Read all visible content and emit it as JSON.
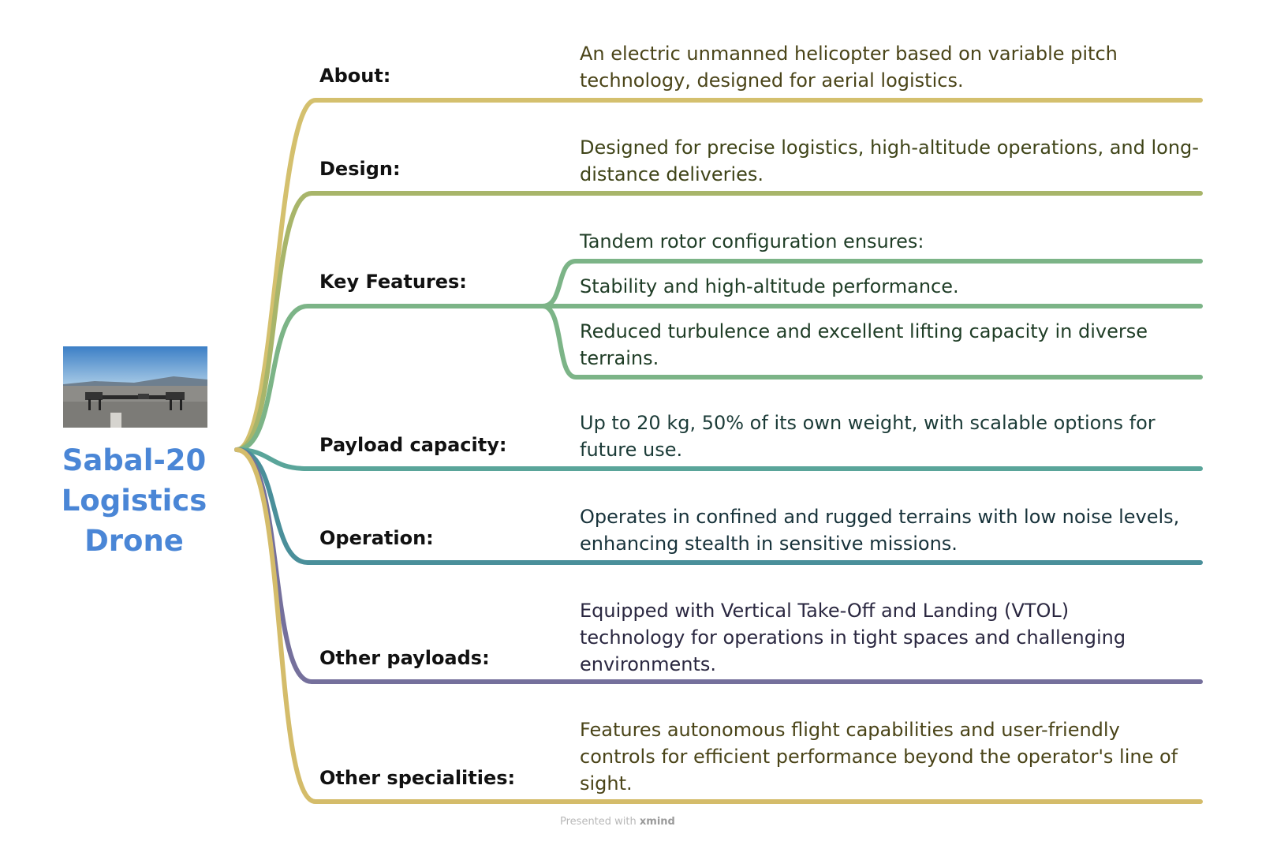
{
  "central": {
    "lines": [
      "Sabal-20",
      "Logistics",
      "Drone"
    ],
    "color": "#4a86d6",
    "image": "drone-photo"
  },
  "branches": [
    {
      "label": "About:",
      "color": "#d4c06e",
      "texts": [
        "An electric unmanned helicopter based on variable pitch technology, designed for aerial logistics."
      ]
    },
    {
      "label": "Design:",
      "color": "#a8b56a",
      "texts": [
        "Designed for precise logistics, high-altitude operations, and long-distance deliveries."
      ]
    },
    {
      "label": "Key Features:",
      "color": "#7cb487",
      "texts": [
        "Tandem rotor configuration ensures:",
        "Stability and high-altitude performance.",
        "Reduced turbulence and excellent lifting capacity in diverse terrains."
      ]
    },
    {
      "label": "Payload capacity:",
      "color": "#5aa59a",
      "texts": [
        "Up to 20 kg, 50% of its own weight, with scalable options for future use."
      ]
    },
    {
      "label": "Operation:",
      "color": "#4a8f9a",
      "texts": [
        "Operates in confined and rugged terrains with low noise levels, enhancing stealth in sensitive missions."
      ]
    },
    {
      "label": "Other payloads:",
      "color": "#75709c",
      "texts": [
        "Equipped with Vertical Take-Off and Landing (VTOL) technology for operations in tight spaces and challenging environments."
      ]
    },
    {
      "label": "Other specialities:",
      "color": "#d4bc6a",
      "texts": [
        "Features autonomous flight capabilities and user-friendly controls for efficient performance beyond the operator's line of sight."
      ]
    }
  ],
  "footer": {
    "prefix": "Presented with",
    "brand": "xmind"
  }
}
